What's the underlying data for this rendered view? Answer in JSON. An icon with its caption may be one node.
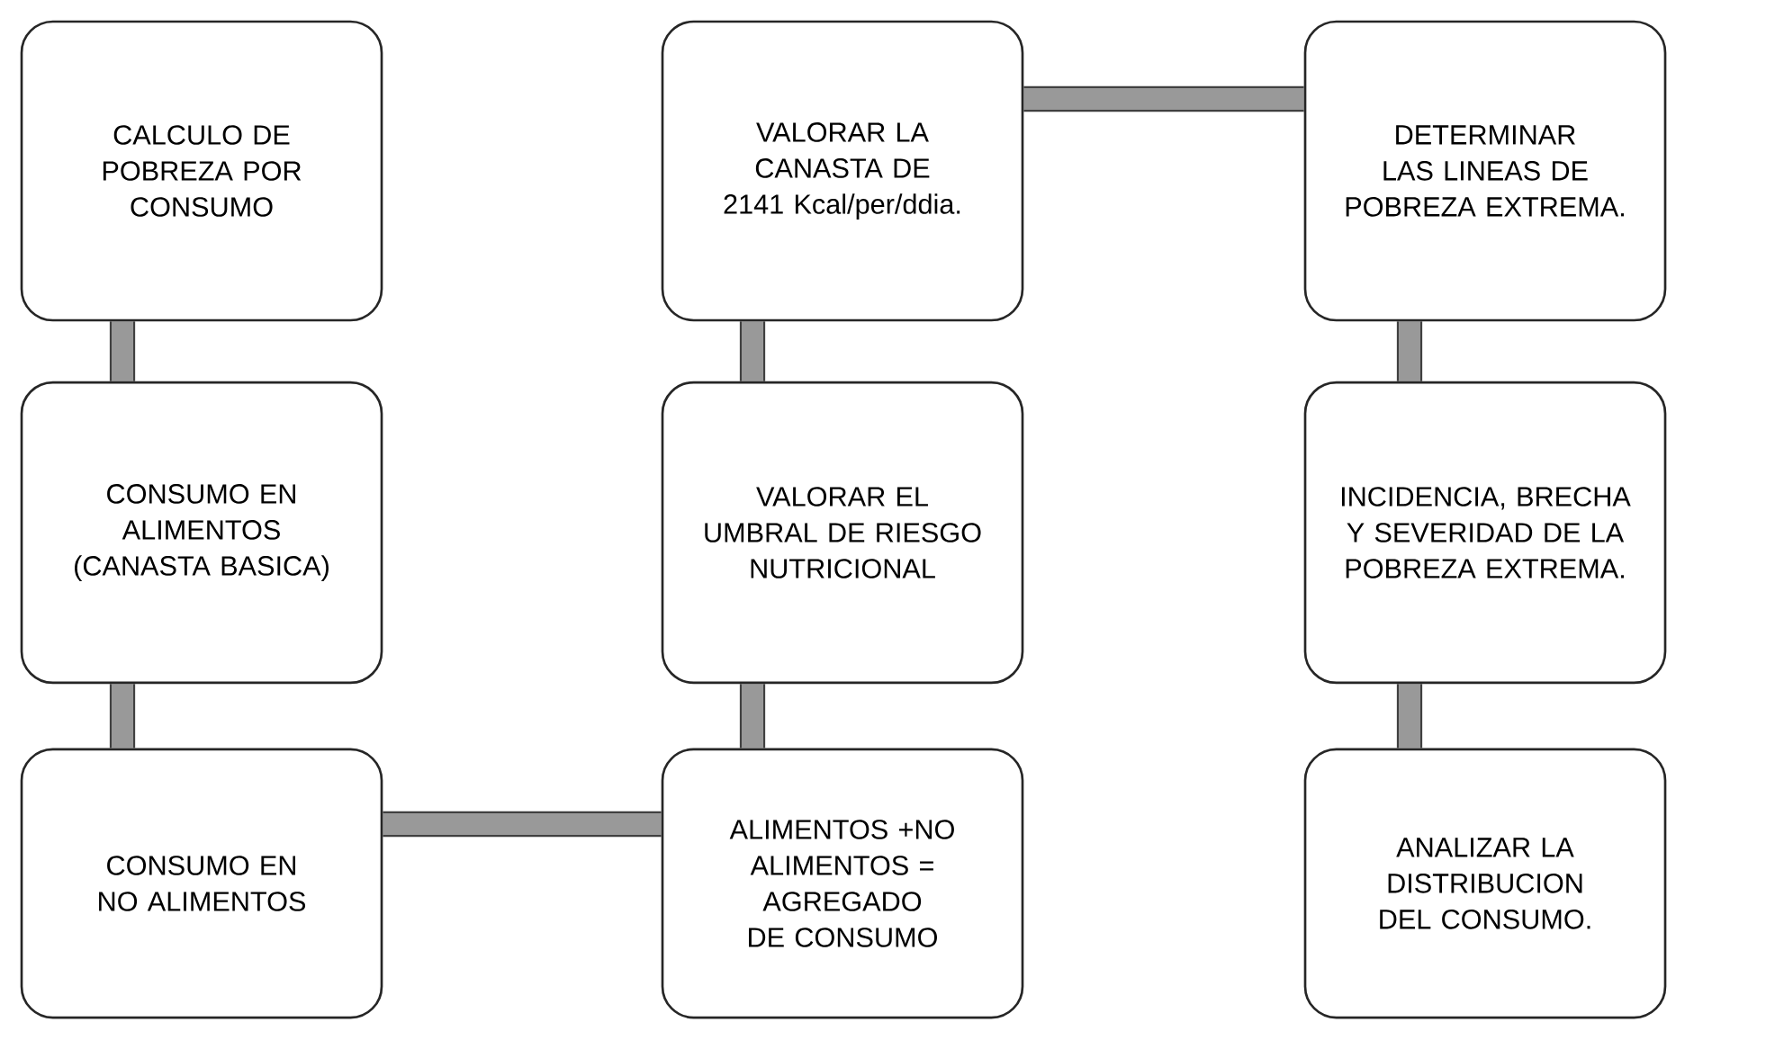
{
  "diagram": {
    "nodes": [
      {
        "text": [
          "CALCULO DE POBREZA POR CONSUMO"
        ]
      },
      {
        "text": [
          "VALORAR LA CANASTA DE 2141 Kcal/per/ddia."
        ]
      },
      {
        "text": [
          "DETERMINAR LAS LINEAS DE POBREZA EXTREMA."
        ]
      },
      {
        "text": [
          "CONSUMO EN ALIMENTOS (CANASTA BASICA)"
        ]
      },
      {
        "text": [
          "VALORAR EL UMBRAL DE RIESGO NUTRICIONAL"
        ]
      },
      {
        "text": [
          "INCIDENCIA, BRECHA Y SEVERIDAD DE LA POBREZA EXTREMA."
        ]
      },
      {
        "text": [
          "CONSUMO EN NO ALIMENTOS"
        ]
      },
      {
        "text": [
          "ALIMENTOS +NO ALIMENTOS = AGREGADO DE CONSUMO"
        ]
      },
      {
        "text": [
          "ANALIZAR LA DISTRIBUCION DEL CONSUMO."
        ]
      }
    ],
    "edges": [
      {
        "from": 0,
        "to": 3,
        "arrow": "none"
      },
      {
        "from": 3,
        "to": 6,
        "arrow": "none"
      },
      {
        "from": 6,
        "to": 7,
        "arrow": "none"
      },
      {
        "from": 7,
        "to": 4,
        "arrow": "none"
      },
      {
        "from": 4,
        "to": 1,
        "arrow": "none"
      },
      {
        "from": 1,
        "to": 2,
        "arrow": "none"
      },
      {
        "from": 2,
        "to": 5,
        "arrow": "none"
      },
      {
        "from": 5,
        "to": 8,
        "arrow": "none"
      }
    ]
  }
}
